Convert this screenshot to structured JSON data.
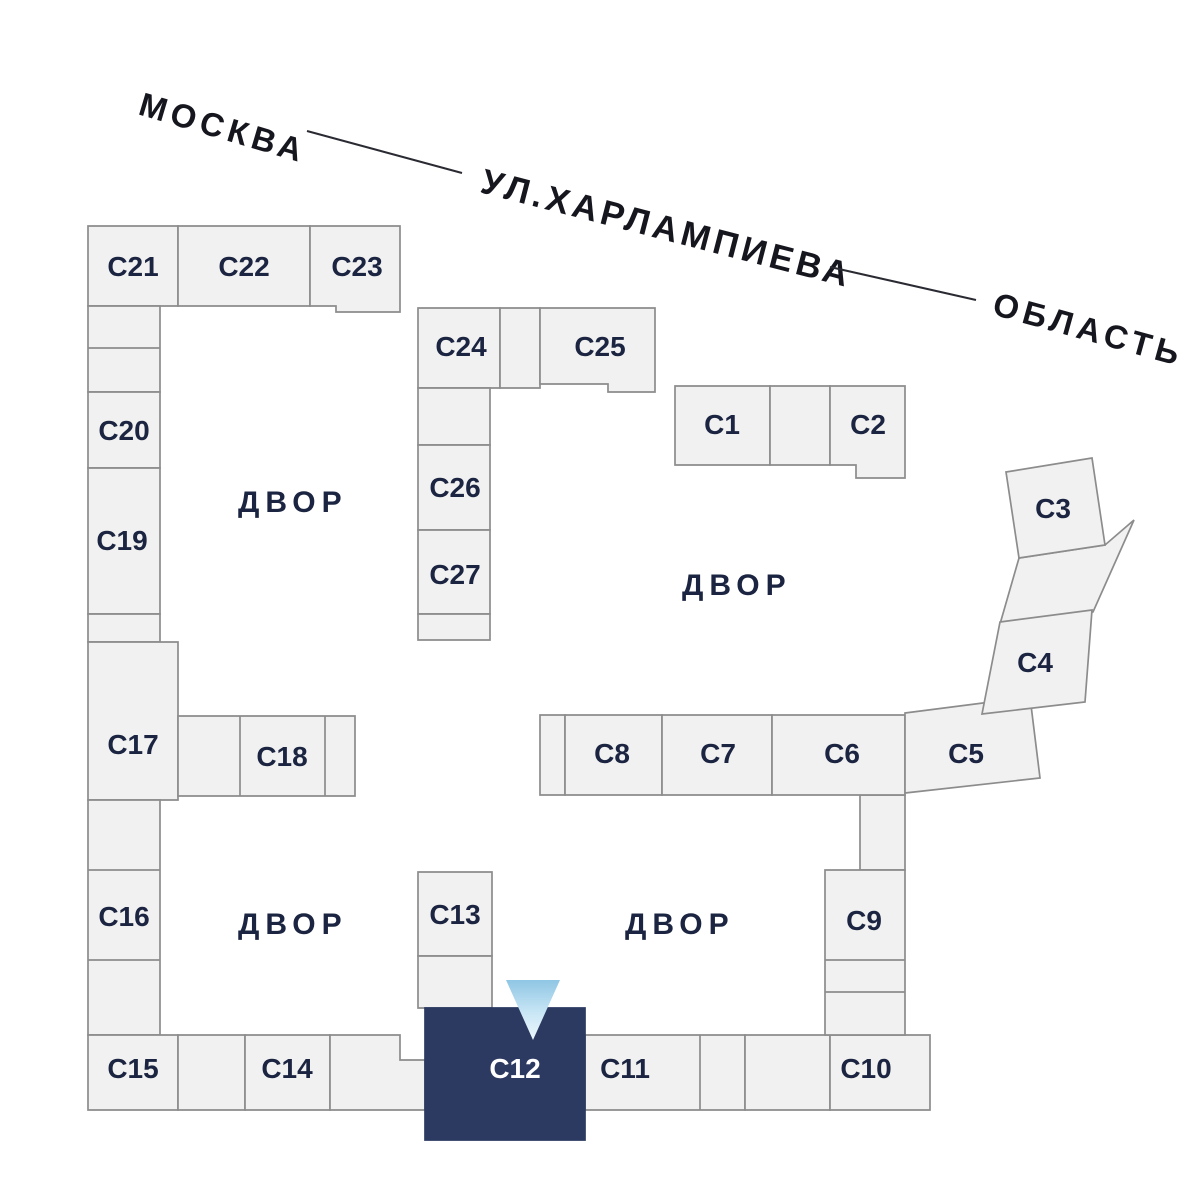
{
  "street": {
    "city_label": "МОСКВА",
    "name": "УЛ.ХАРЛАМПИЕВА",
    "region_label": "ОБЛАСТЬ"
  },
  "courtyards": {
    "top_left": "ДВОР",
    "top_right": "ДВОР",
    "bottom_left": "ДВОР",
    "bottom_right": "ДВОР"
  },
  "selected_building_id": "c12",
  "buildings": {
    "c1": {
      "label": "С1"
    },
    "c2": {
      "label": "С2"
    },
    "c3": {
      "label": "С3"
    },
    "c4": {
      "label": "С4"
    },
    "c5": {
      "label": "С5"
    },
    "c6": {
      "label": "С6"
    },
    "c7": {
      "label": "С7"
    },
    "c8": {
      "label": "С8"
    },
    "c9": {
      "label": "С9"
    },
    "c10": {
      "label": "С10"
    },
    "c11": {
      "label": "С11"
    },
    "c12": {
      "label": "С12"
    },
    "c13": {
      "label": "С13"
    },
    "c14": {
      "label": "С14"
    },
    "c15": {
      "label": "С15"
    },
    "c16": {
      "label": "С16"
    },
    "c17": {
      "label": "С17"
    },
    "c18": {
      "label": "С18"
    },
    "c19": {
      "label": "С19"
    },
    "c20": {
      "label": "С20"
    },
    "c21": {
      "label": "С21"
    },
    "c22": {
      "label": "С22"
    },
    "c23": {
      "label": "С23"
    },
    "c24": {
      "label": "С24"
    },
    "c25": {
      "label": "С25"
    },
    "c26": {
      "label": "С26"
    },
    "c27": {
      "label": "С27"
    }
  },
  "colors": {
    "building_fill": "#f1f1f1",
    "building_stroke": "#8c8c8c",
    "label_color": "#1b2440",
    "selected_fill": "#2c3a62",
    "selected_label": "#ffffff",
    "marker_top": "#8fc6e4",
    "marker_bottom": "#eef8fd",
    "street_text": "#16161f"
  }
}
